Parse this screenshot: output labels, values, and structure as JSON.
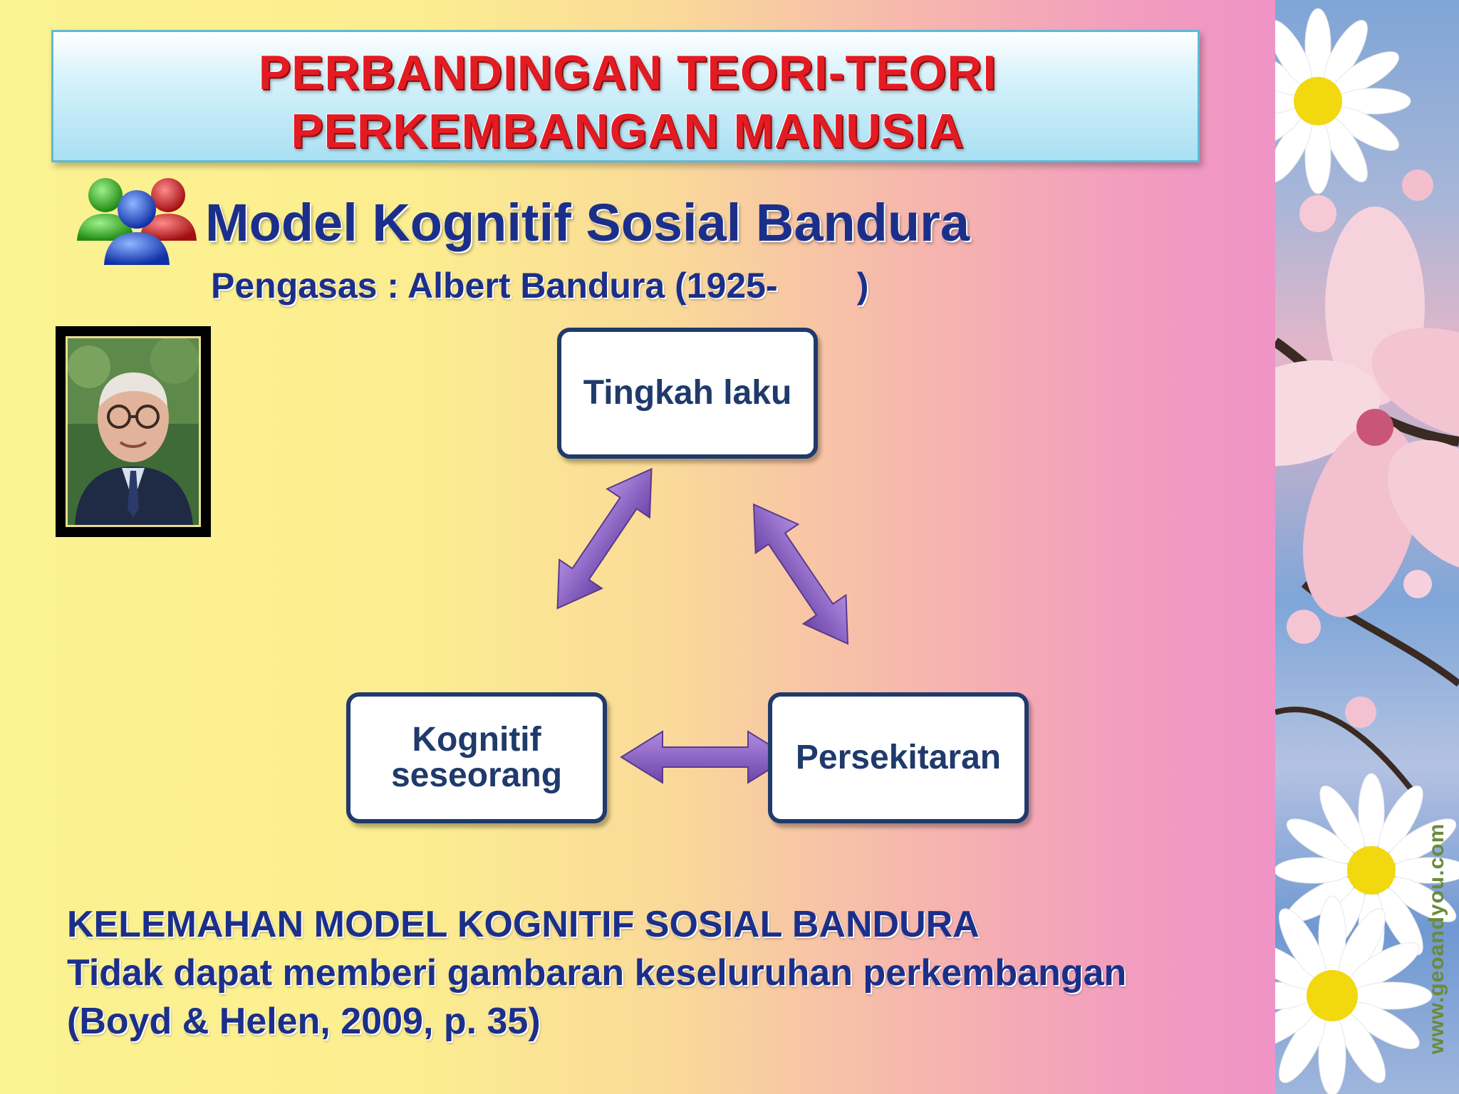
{
  "slide": {
    "title_line1": "PERBANDINGAN TEORI-TEORI",
    "title_line2": "PERKEMBANGAN MANUSIA",
    "heading": "Model Kognitif Sosial Bandura",
    "subheading": "Pengasas : Albert Bandura (1925-        )",
    "bottom_line1": "KELEMAHAN MODEL KOGNITIF SOSIAL BANDURA",
    "bottom_line2": "Tidak dapat memberi  gambaran keseluruhan perkembangan",
    "bottom_line3": "(Boyd & Helen, 2009, p. 35)",
    "watermark": "www.geoandyou.com"
  },
  "diagram": {
    "nodes": {
      "top": "Tingkah laku",
      "bottom_left_line1": "Kognitif",
      "bottom_left_line2": "seseorang",
      "bottom_right": "Persekitaran"
    },
    "arrow_color": "#8a63c4",
    "node_border_color": "#1f3a6b"
  },
  "icons": {
    "people": "people-group-icon",
    "portrait": "portrait-photo"
  },
  "colors": {
    "title_red": "#e31b23",
    "heading_blue": "#1b2f8a"
  }
}
